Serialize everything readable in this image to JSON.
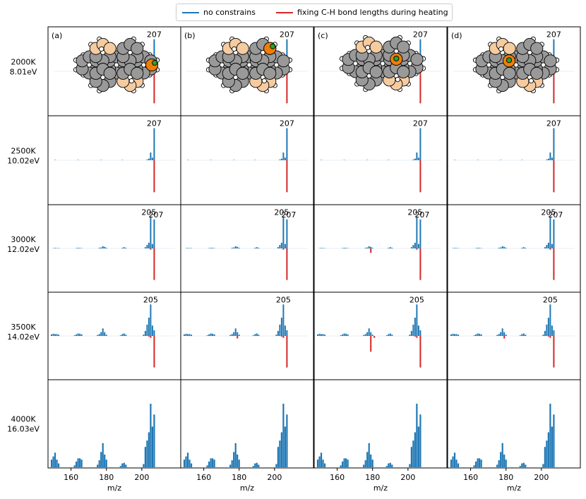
{
  "legend": {
    "items": [
      {
        "label": "no constrains",
        "color": "#1f77b4"
      },
      {
        "label": "fixing C-H bond lengths during heating",
        "color": "#d62728"
      }
    ]
  },
  "row_labels": [
    {
      "temp": "2000K",
      "energy": "8.01eV"
    },
    {
      "temp": "2500K",
      "energy": "10.02eV"
    },
    {
      "temp": "3000K",
      "energy": "12.02eV"
    },
    {
      "temp": "3500K",
      "energy": "14.02eV"
    },
    {
      "temp": "4000K",
      "energy": "16.03eV"
    }
  ],
  "panel_labels": [
    "(a)",
    "(b)",
    "(c)",
    "(d)"
  ],
  "molecule_icons": [
    "molecule-a-icon",
    "molecule-b-icon",
    "molecule-c-icon",
    "molecule-d-icon"
  ],
  "colors": {
    "carbon": "#999999",
    "hydrogen": "#ffffff",
    "highlight_ring": "#f5cba0",
    "substituted_carbon": "#f07d0a",
    "deuterium": "#2ca02c"
  },
  "chart_data": {
    "type": "bar",
    "layout": "5 rows x 4 columns of mirrored mass spectra",
    "xlabel": "m/z",
    "xlim": [
      147,
      222
    ],
    "xticks": [
      160,
      180,
      200
    ],
    "series": [
      {
        "name": "no constrains",
        "direction": "up"
      },
      {
        "name": "fixing C-H bond lengths during heating",
        "direction": "down"
      }
    ],
    "rows": [
      {
        "annotations": [
          {
            "text": "207",
            "x": 207
          }
        ],
        "blue": [
          {
            "x": 204,
            "y": 0.02
          },
          {
            "x": 205,
            "y": 0.03
          },
          {
            "x": 206,
            "y": 0.01
          },
          {
            "x": 207,
            "y": 1.0
          }
        ],
        "red": [
          {
            "x": 207,
            "y": 1.0
          }
        ]
      },
      {
        "annotations": [
          {
            "text": "207",
            "x": 207
          }
        ],
        "blue": [
          {
            "x": 151,
            "y": 0.01
          },
          {
            "x": 164,
            "y": 0.01
          },
          {
            "x": 177,
            "y": 0.01
          },
          {
            "x": 189,
            "y": 0.01
          },
          {
            "x": 203,
            "y": 0.02
          },
          {
            "x": 204,
            "y": 0.05
          },
          {
            "x": 205,
            "y": 0.24
          },
          {
            "x": 206,
            "y": 0.08
          },
          {
            "x": 207,
            "y": 1.0
          }
        ],
        "red": [
          {
            "x": 207,
            "y": 1.0
          }
        ]
      },
      {
        "annotations": [
          {
            "text": "205",
            "x": 204,
            "level": 1.0
          },
          {
            "text": "207",
            "x": 208,
            "level": 0.92
          }
        ],
        "blue": [
          {
            "x": 150,
            "y": 0.01
          },
          {
            "x": 151,
            "y": 0.015
          },
          {
            "x": 152,
            "y": 0.01
          },
          {
            "x": 153,
            "y": 0.01
          },
          {
            "x": 163,
            "y": 0.01
          },
          {
            "x": 164,
            "y": 0.02
          },
          {
            "x": 165,
            "y": 0.015
          },
          {
            "x": 166,
            "y": 0.01
          },
          {
            "x": 176,
            "y": 0.02
          },
          {
            "x": 177,
            "y": 0.03
          },
          {
            "x": 178,
            "y": 0.07
          },
          {
            "x": 179,
            "y": 0.05
          },
          {
            "x": 180,
            "y": 0.02
          },
          {
            "x": 189,
            "y": 0.02
          },
          {
            "x": 190,
            "y": 0.04
          },
          {
            "x": 191,
            "y": 0.02
          },
          {
            "x": 202,
            "y": 0.04
          },
          {
            "x": 203,
            "y": 0.11
          },
          {
            "x": 204,
            "y": 0.18
          },
          {
            "x": 205,
            "y": 1.0
          },
          {
            "x": 206,
            "y": 0.14
          },
          {
            "x": 207,
            "y": 0.92
          }
        ],
        "red": [
          {
            "x": 205,
            "y": 0.04
          },
          {
            "x": 207,
            "y": 1.0
          }
        ]
      },
      {
        "annotations": [
          {
            "text": "205",
            "x": 205
          }
        ],
        "blue": [
          {
            "x": 149,
            "y": 0.05
          },
          {
            "x": 150,
            "y": 0.07
          },
          {
            "x": 151,
            "y": 0.06
          },
          {
            "x": 152,
            "y": 0.06
          },
          {
            "x": 153,
            "y": 0.04
          },
          {
            "x": 162,
            "y": 0.02
          },
          {
            "x": 163,
            "y": 0.05
          },
          {
            "x": 164,
            "y": 0.08
          },
          {
            "x": 165,
            "y": 0.07
          },
          {
            "x": 166,
            "y": 0.05
          },
          {
            "x": 175,
            "y": 0.03
          },
          {
            "x": 176,
            "y": 0.06
          },
          {
            "x": 177,
            "y": 0.12
          },
          {
            "x": 178,
            "y": 0.24
          },
          {
            "x": 179,
            "y": 0.12
          },
          {
            "x": 180,
            "y": 0.04
          },
          {
            "x": 188,
            "y": 0.02
          },
          {
            "x": 189,
            "y": 0.06
          },
          {
            "x": 190,
            "y": 0.08
          },
          {
            "x": 191,
            "y": 0.04
          },
          {
            "x": 201,
            "y": 0.04
          },
          {
            "x": 202,
            "y": 0.16
          },
          {
            "x": 203,
            "y": 0.36
          },
          {
            "x": 204,
            "y": 0.58
          },
          {
            "x": 205,
            "y": 1.0
          },
          {
            "x": 206,
            "y": 0.33
          },
          {
            "x": 207,
            "y": 0.18
          }
        ],
        "red": [
          {
            "x": 204,
            "y": 0.02
          },
          {
            "x": 205,
            "y": 0.06
          },
          {
            "x": 207,
            "y": 1.0
          }
        ]
      },
      {
        "annotations": [],
        "blue": [
          {
            "x": 149,
            "y": 0.12
          },
          {
            "x": 150,
            "y": 0.17
          },
          {
            "x": 151,
            "y": 0.23
          },
          {
            "x": 152,
            "y": 0.12
          },
          {
            "x": 153,
            "y": 0.06
          },
          {
            "x": 162,
            "y": 0.03
          },
          {
            "x": 163,
            "y": 0.09
          },
          {
            "x": 164,
            "y": 0.14
          },
          {
            "x": 165,
            "y": 0.14
          },
          {
            "x": 166,
            "y": 0.12
          },
          {
            "x": 175,
            "y": 0.04
          },
          {
            "x": 176,
            "y": 0.11
          },
          {
            "x": 177,
            "y": 0.24
          },
          {
            "x": 178,
            "y": 0.38
          },
          {
            "x": 179,
            "y": 0.2
          },
          {
            "x": 180,
            "y": 0.12
          },
          {
            "x": 188,
            "y": 0.02
          },
          {
            "x": 189,
            "y": 0.06
          },
          {
            "x": 190,
            "y": 0.07
          },
          {
            "x": 191,
            "y": 0.04
          },
          {
            "x": 201,
            "y": 0.05
          },
          {
            "x": 202,
            "y": 0.32
          },
          {
            "x": 203,
            "y": 0.42
          },
          {
            "x": 204,
            "y": 0.55
          },
          {
            "x": 205,
            "y": 1.0
          },
          {
            "x": 206,
            "y": 0.64
          },
          {
            "x": 207,
            "y": 0.83
          }
        ],
        "red": []
      }
    ],
    "panel_overrides": [
      {
        "col": 2,
        "row": 2,
        "red": [
          {
            "x": 179,
            "y": 0.14
          },
          {
            "x": 205,
            "y": 0.04
          },
          {
            "x": 207,
            "y": 1.0
          }
        ]
      },
      {
        "col": 2,
        "row": 3,
        "red": [
          {
            "x": 179,
            "y": 0.5
          },
          {
            "x": 181,
            "y": 0.06
          },
          {
            "x": 204,
            "y": 0.02
          },
          {
            "x": 205,
            "y": 0.06
          },
          {
            "x": 207,
            "y": 1.0
          }
        ]
      },
      {
        "col": 1,
        "row": 3,
        "red": [
          {
            "x": 179,
            "y": 0.08
          },
          {
            "x": 204,
            "y": 0.02
          },
          {
            "x": 205,
            "y": 0.06
          },
          {
            "x": 207,
            "y": 1.0
          }
        ]
      },
      {
        "col": 3,
        "row": 3,
        "red": [
          {
            "x": 179,
            "y": 0.08
          },
          {
            "x": 204,
            "y": 0.02
          },
          {
            "x": 205,
            "y": 0.06
          },
          {
            "x": 207,
            "y": 1.0
          }
        ]
      }
    ]
  }
}
